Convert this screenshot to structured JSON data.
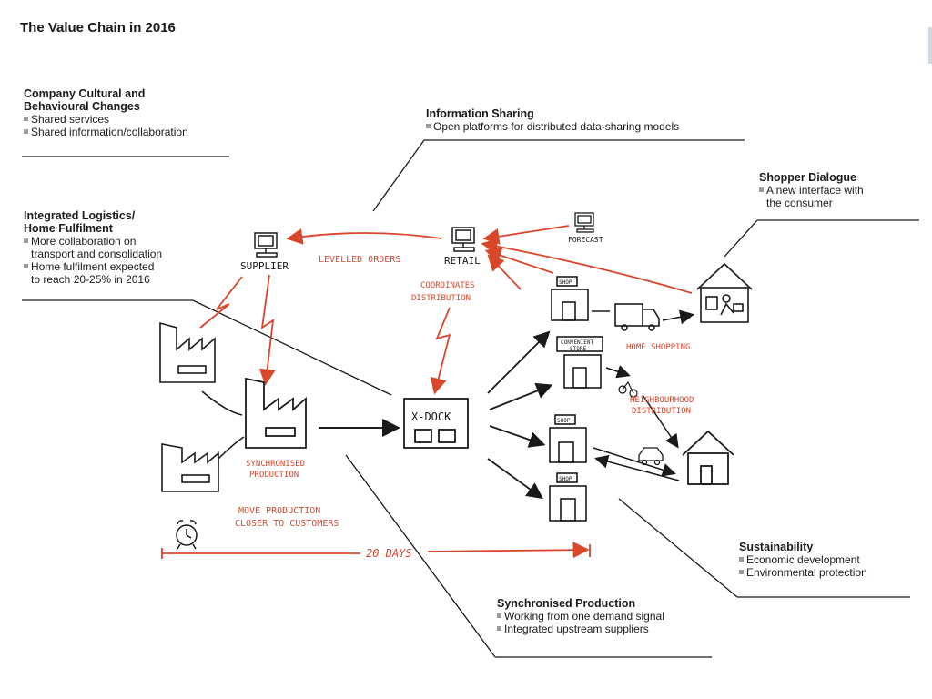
{
  "title": "The Value Chain in 2016",
  "callouts": {
    "cultural": {
      "heading_line1": "Company Cultural and",
      "heading_line2": "Behavioural Changes",
      "bullets": [
        "Shared services",
        "Shared information/collaboration"
      ]
    },
    "info_sharing": {
      "heading": "Information Sharing",
      "bullets": [
        "Open platforms for distributed data-sharing models"
      ]
    },
    "shopper": {
      "heading": "Shopper Dialogue",
      "bullet_line1": "A new interface with",
      "bullet_line2": "the consumer"
    },
    "logistics": {
      "heading_line1": "Integrated Logistics/",
      "heading_line2": "Home Fulfilment",
      "bullet1_line1": "More collaboration on",
      "bullet1_line2": "transport and consolidation",
      "bullet2_line1": "Home fulfilment expected",
      "bullet2_line2": "to reach 20-25% in 2016"
    },
    "sustainability": {
      "heading": "Sustainability",
      "bullets": [
        "Economic development",
        "Environmental protection"
      ]
    },
    "sync": {
      "heading": "Synchronised Production",
      "bullets": [
        "Working from one demand signal",
        "Integrated upstream suppliers"
      ]
    }
  },
  "diagram": {
    "supplier": "SUPPLIER",
    "retail": "RETAIL",
    "forecast": "FORECAST",
    "levelled_orders": "LEVELLED ORDERS",
    "coordinates_line1": "COORDINATES",
    "coordinates_line2": "DISTRIBUTION",
    "xdock": "X-DOCK",
    "sync_line1": "SYNCHRONISED",
    "sync_line2": "PRODUCTION",
    "move_line1": "MOVE PRODUCTION",
    "move_line2": "CLOSER TO CUSTOMERS",
    "twenty_days": "20 DAYS",
    "home_shopping": "HOME SHOPPING",
    "neighbourhood_line1": "NEIGHBOURHOOD",
    "neighbourhood_line2": "DISTRIBUTION",
    "shop": "SHOP",
    "convenient_line1": "CONVENIENT",
    "convenient_line2": "STORE"
  },
  "colors": {
    "accent_red": "#d9472b",
    "ink": "#1a1a1a",
    "bullet_grey": "#9a9a9a"
  }
}
